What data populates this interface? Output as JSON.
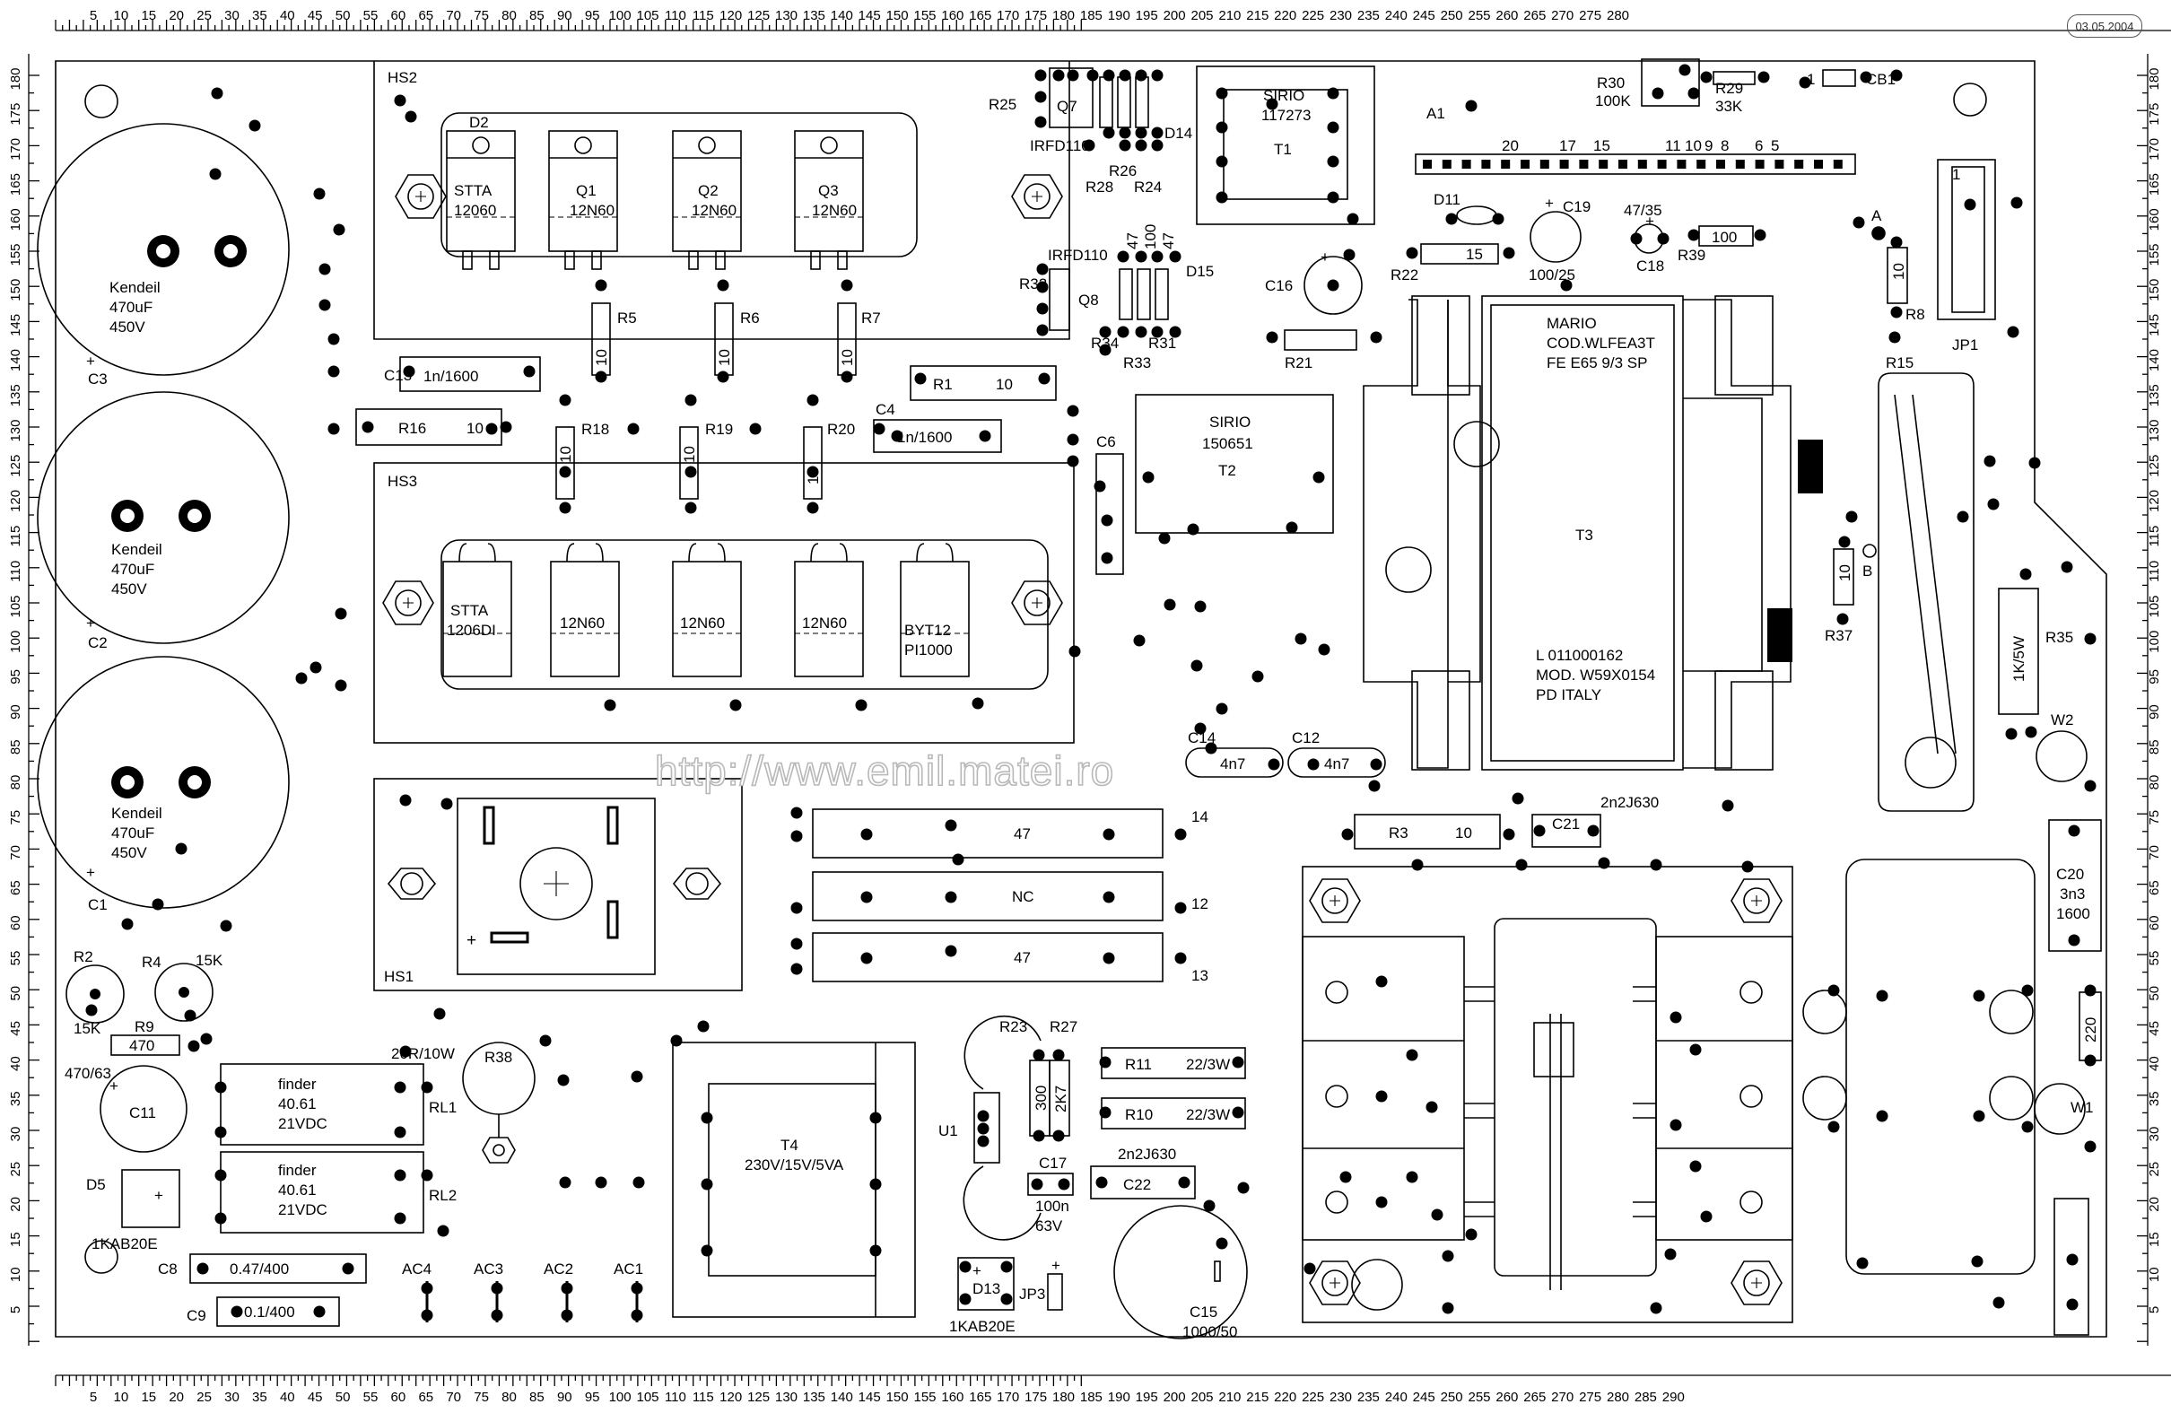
{
  "date_stamp": "03.05.2004",
  "watermark": "http://www.emil.matei.ro",
  "ruler_top": [
    "5",
    "10",
    "15",
    "20",
    "25",
    "30",
    "35",
    "40",
    "45",
    "50",
    "55",
    "60",
    "65",
    "70",
    "75",
    "80",
    "85",
    "90",
    "95",
    "100",
    "105",
    "110",
    "115",
    "120",
    "125",
    "130",
    "135",
    "140",
    "145",
    "150",
    "155",
    "160",
    "165",
    "170",
    "175",
    "180",
    "185",
    "190",
    "195",
    "200",
    "205",
    "210",
    "215",
    "220",
    "225",
    "230",
    "235",
    "240",
    "245",
    "250",
    "255",
    "260",
    "265",
    "270",
    "275",
    "280"
  ],
  "ruler_bottom": [
    "5",
    "10",
    "15",
    "20",
    "25",
    "30",
    "35",
    "40",
    "45",
    "50",
    "55",
    "60",
    "65",
    "70",
    "75",
    "80",
    "85",
    "90",
    "95",
    "100",
    "105",
    "110",
    "115",
    "120",
    "125",
    "130",
    "135",
    "140",
    "145",
    "150",
    "155",
    "160",
    "165",
    "170",
    "175",
    "180",
    "185",
    "190",
    "195",
    "200",
    "205",
    "210",
    "215",
    "220",
    "225",
    "230",
    "235",
    "240",
    "245",
    "250",
    "255",
    "260",
    "265",
    "270",
    "275",
    "280",
    "285",
    "290"
  ],
  "ruler_side": [
    "180",
    "175",
    "170",
    "165",
    "160",
    "155",
    "150",
    "145",
    "140",
    "135",
    "130",
    "125",
    "120",
    "115",
    "110",
    "105",
    "100",
    "95",
    "90",
    "85",
    "80",
    "75",
    "70",
    "65",
    "60",
    "55",
    "50",
    "45",
    "40",
    "35",
    "30",
    "25",
    "20",
    "15",
    "10",
    "5"
  ],
  "labels": {
    "hs2": "HS2",
    "hs3": "HS3",
    "hs1": "HS1",
    "d2": "D2",
    "stta_top_1": "STTA",
    "stta_top_2": "12060",
    "q1_1": "Q1",
    "q1_2": "12N60",
    "q2_1": "Q2",
    "q2_2": "12N60",
    "q3_1": "Q3",
    "q3_2": "12N60",
    "r5": "R5",
    "r6": "R6",
    "r7": "R7",
    "r5v": "10",
    "r6v": "10",
    "r7v": "10",
    "r18": "R18",
    "r19": "R19",
    "r20": "R20",
    "r18v": "10",
    "r19v": "10",
    "r20v": "10",
    "c13": "C13",
    "c13v": "1n/1600",
    "r16": "R16",
    "r16v": "10",
    "r1": "R1",
    "r1v": "10",
    "c4": "C4",
    "c4v": "1n/1600",
    "stta_bot_1": "STTA",
    "stta_bot_2": "1206DI",
    "n60_a": "12N60",
    "n60_b": "12N60",
    "n60_c": "12N60",
    "byt_1": "BYT12",
    "byt_2": "PI1000",
    "kendeil_1": "Kendeil",
    "kendeil_2": "470uF",
    "kendeil_3": "450V",
    "c3": "C3",
    "c2": "C2",
    "c1": "C1",
    "plus": "+",
    "r2": "R2",
    "r4": "R4",
    "k15a": "15K",
    "k15b": "15K",
    "r9": "R9",
    "r9v": "470",
    "c11v": "470/63",
    "c11": "C11",
    "r38v": "20R/10W",
    "r38": "R38",
    "finder1": "finder",
    "finder2": "40.61",
    "finder3": "21VDC",
    "rl1": "RL1",
    "rl2": "RL2",
    "d5": "D5",
    "kab1": "1KAB20E",
    "kab2": "1KAB20E",
    "c8": "C8",
    "c8v": "0.47/400",
    "c9": "C9",
    "c9v": "0.1/400",
    "ac4": "AC4",
    "ac3": "AC3",
    "ac2": "AC2",
    "ac1": "AC1",
    "r47a": "47",
    "nc": "NC",
    "r47b": "47",
    "n14": "14",
    "n12": "12",
    "n13": "13",
    "t4": "T4",
    "t4v": "230V/15V/5VA",
    "r23": "R23",
    "r27": "R27",
    "r23v": "300",
    "r27v": "2K7",
    "u1": "U1",
    "r11": "R11",
    "r11v": "22/3W",
    "r10": "R10",
    "r10v": "22/3W",
    "c17": "C17",
    "c17v1": "100n",
    "c17v2": "63V",
    "c22v": "2n2J630",
    "c22": "C22",
    "d13": "D13",
    "jp3": "JP3",
    "c15": "C15",
    "c15v": "1000/50",
    "r25": "R25",
    "q7": "Q7",
    "irfd1": "IRFD110",
    "d14": "D14",
    "r26": "R26",
    "r28": "R28",
    "r24": "R24",
    "irfd2": "IRFD110",
    "q8": "Q8",
    "r32": "R32",
    "v47a": "47",
    "v100": "100",
    "v47b": "47",
    "d15": "D15",
    "r34": "R34",
    "r31": "R31",
    "r33": "R33",
    "sirio": "SIRIO",
    "t1v": "117273",
    "t1": "T1",
    "t2v": "150651",
    "t2": "T2",
    "c6": "C6",
    "c16": "C16",
    "r21": "R21",
    "a1": "A1",
    "pin20": "20",
    "pin17": "17",
    "pin15": "15",
    "pin11": "11",
    "pin10": "10",
    "pin9": "9",
    "pin8": "8",
    "pin6": "6",
    "pin5": "5",
    "d11": "D11",
    "r22": "R22",
    "r22v": "15",
    "c19": "C19",
    "c19v": "100/25",
    "c18": "C18",
    "c18v": "47/35",
    "r39": "R39",
    "r39v": "100",
    "r30": "R30",
    "r30v": "100K",
    "r29": "R29",
    "r29v": "33K",
    "one": "1",
    "cb1": "CB1",
    "jp1": "JP1",
    "jp1_1": "1",
    "pa": "A",
    "r8": "R8",
    "r8v": "10",
    "t3_1": "MARIO",
    "t3_2": "COD.WLFEA3T",
    "t3_3": "FE E65 9/3 SP",
    "t3": "T3",
    "t3_4": "L 011000162",
    "t3_5": "MOD. W59X0154",
    "t3_6": "PD ITALY",
    "r15": "R15",
    "pb": "B",
    "r37": "R37",
    "r37v": "10",
    "r35": "R35",
    "r35v": "1K/5W",
    "w2": "W2",
    "w1": "W1",
    "c14": "C14",
    "c14v": "4n7",
    "c12": "C12",
    "c12v": "4n7",
    "r3": "R3",
    "r3v": "10",
    "c21v": "2n2J630",
    "c21": "C21",
    "c20": "C20",
    "c20v1": "3n3",
    "c20v2": "1600",
    "r220": "220"
  }
}
